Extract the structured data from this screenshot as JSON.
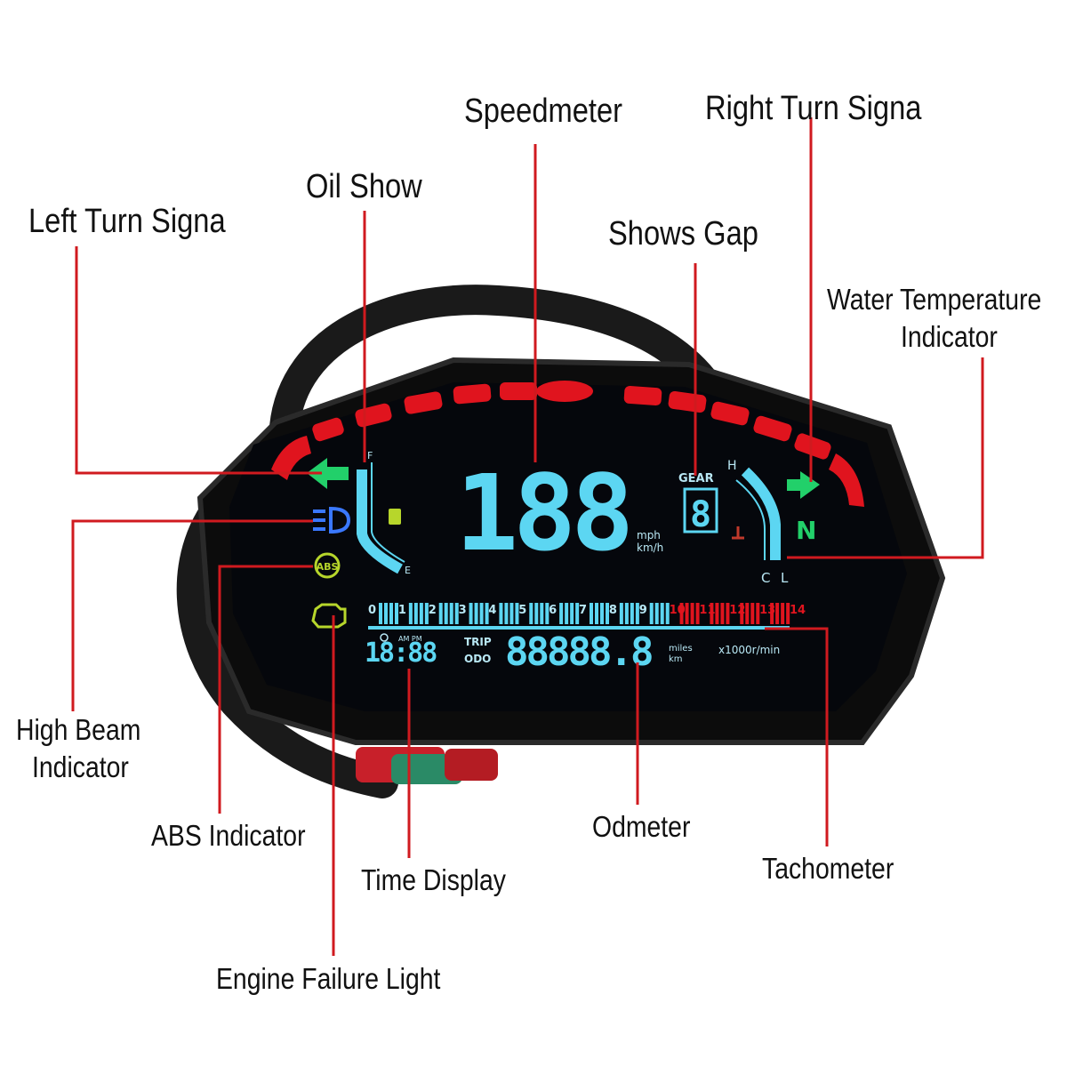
{
  "callouts": {
    "left_turn": "Left Turn Signa",
    "oil_show": "Oil Show",
    "speedometer": "Speedmeter",
    "right_turn": "Right Turn Signa",
    "shows_gap": "Shows Gap",
    "water_temp_line1": "Water Temperature",
    "water_temp_line2": "Indicator",
    "high_beam_line1": "High Beam",
    "high_beam_line2": "Indicator",
    "abs": "ABS Indicator",
    "time_display": "Time Display",
    "odometer": "Odmeter",
    "tachometer": "Tachometer",
    "engine_failure": "Engine Failure Light"
  },
  "display": {
    "speed": "188",
    "speed_units_1": "mph",
    "speed_units_2": "km/h",
    "gear_label": "GEAR",
    "gear_value": "8",
    "neutral": "N",
    "temp_h": "H",
    "temp_c": "C",
    "fuel_e": "E",
    "fuel_f": "F",
    "fuel_l": "L",
    "time": "18:88",
    "ampm": "AM PM",
    "trip": "TRIP",
    "odo": "ODO",
    "odometer": "88888.8",
    "odo_units_1": "miles",
    "odo_units_2": "km",
    "rpm_unit": "x1000r/min",
    "rpm_ticks": [
      "0",
      "1",
      "2",
      "3",
      "4",
      "5",
      "6",
      "7",
      "8",
      "9",
      "10",
      "11",
      "12",
      "13",
      "14"
    ]
  },
  "colors": {
    "accent_line": "#d01a1f",
    "lcd_blue": "#5cd6f2",
    "turn_green": "#22d06a",
    "red_arc": "#e0141e"
  }
}
